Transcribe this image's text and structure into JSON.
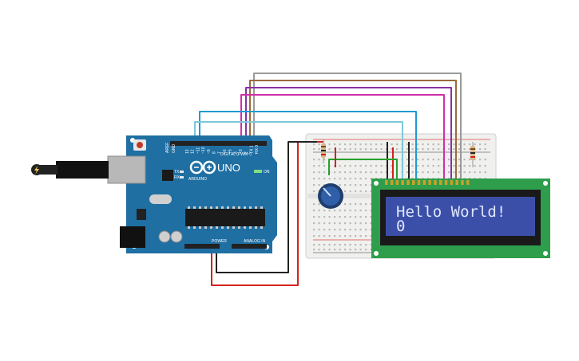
{
  "board": {
    "brand": "ARDUINO",
    "model": "UNO",
    "on_label": "ON",
    "digital_label": "DIGITAL (PWM~)",
    "power_label": "POWER",
    "analog_label": "ANALOG IN",
    "tx_label": "TX",
    "rx_label": "RX",
    "aref_label": "AREF",
    "gnd_label": "GND",
    "pin_labels": [
      "13",
      "12",
      "~11",
      "~10",
      "~9",
      "8",
      "7",
      "~6",
      "~5",
      "4",
      "~3",
      "2",
      "TX 1",
      "RX 0"
    ]
  },
  "lcd": {
    "line1": "Hello World!",
    "line2": "0"
  },
  "colors": {
    "board": "#1f6fa3",
    "lcd_pcb": "#2e9e4c",
    "lcd_screen": "#3c4fa8",
    "wire_red": "#d6201f",
    "wire_black": "#222222",
    "wire_green": "#27a02d"
  }
}
